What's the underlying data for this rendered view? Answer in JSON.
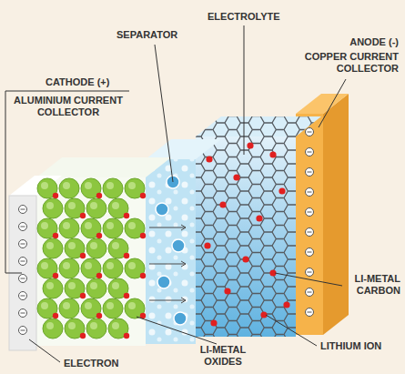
{
  "diagram": {
    "labels": [
      "ELECTROLYTE",
      "SEPARATOR",
      "ANODE (-)",
      "CATHODE (+)",
      "COPPER CURRENT COLLECTOR",
      "ALUMINIUM CURRENT COLLECTOR",
      "LI-METAL CARBON",
      "LITHIUM ION",
      "ELECTRON",
      "LI-METAL OXIDES"
    ]
  }
}
